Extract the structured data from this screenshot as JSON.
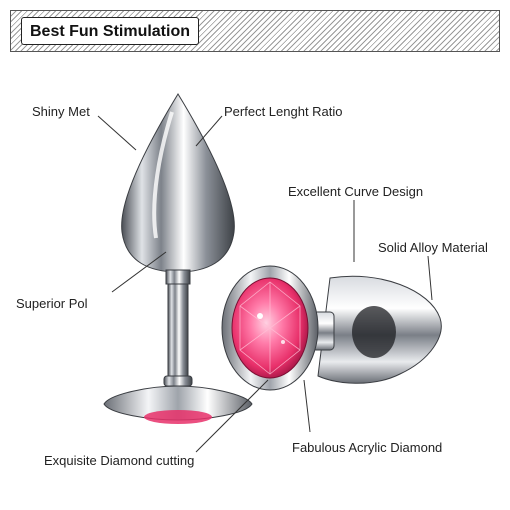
{
  "banner": {
    "title": "Best Fun Stimulation"
  },
  "labels": {
    "shiny": "Shiny Met",
    "ratio": "Perfect Lenght Ratio",
    "curve": "Excellent Curve Design",
    "alloy": "Solid Alloy Material",
    "superior": "Superior Pol",
    "diamond_cut": "Exquisite Diamond cutting",
    "acrylic": "Fabulous Acrylic Diamond"
  },
  "colors": {
    "gem": "#e8306a",
    "gem_light": "#ff9dc0",
    "metal_dark": "#5b5f66",
    "metal_light": "#f4f5f7",
    "leader": "#333333"
  }
}
